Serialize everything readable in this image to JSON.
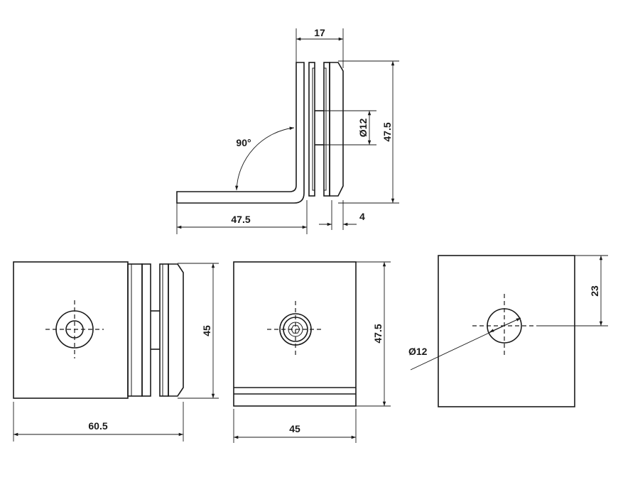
{
  "top_view": {
    "dim_top_width": "17",
    "dim_height": "47.5",
    "dim_hole": "Ø12",
    "dim_angle": "90°",
    "dim_base_length": "47.5",
    "dim_gap": "4"
  },
  "left_view": {
    "dim_width": "60.5",
    "dim_height": "45"
  },
  "middle_view": {
    "dim_width": "45",
    "dim_height": "47.5"
  },
  "right_view": {
    "dim_height": "23",
    "dim_hole": "Ø12"
  }
}
